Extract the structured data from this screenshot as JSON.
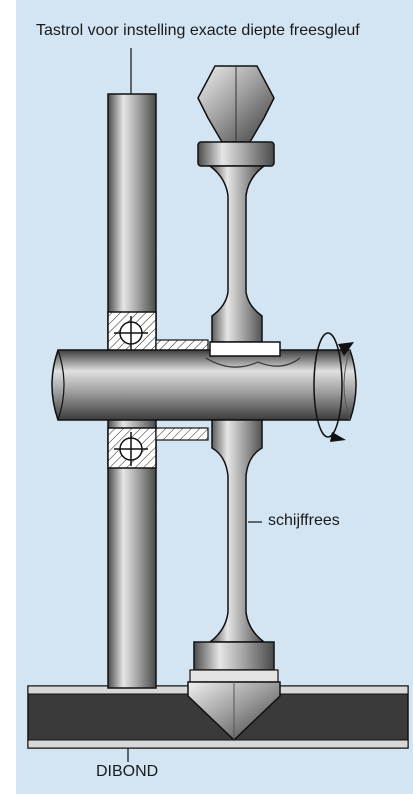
{
  "labels": {
    "top": "Tastrol voor instelling exacte diepte freesgleuf",
    "cutter": "schijffrees",
    "bottom": "DIBOND"
  },
  "colors": {
    "background": "#d3e5f3",
    "metal_dark": "#3f3f3f",
    "metal_light": "#e2e2e2",
    "panel_dark": "#3a3a3a"
  }
}
